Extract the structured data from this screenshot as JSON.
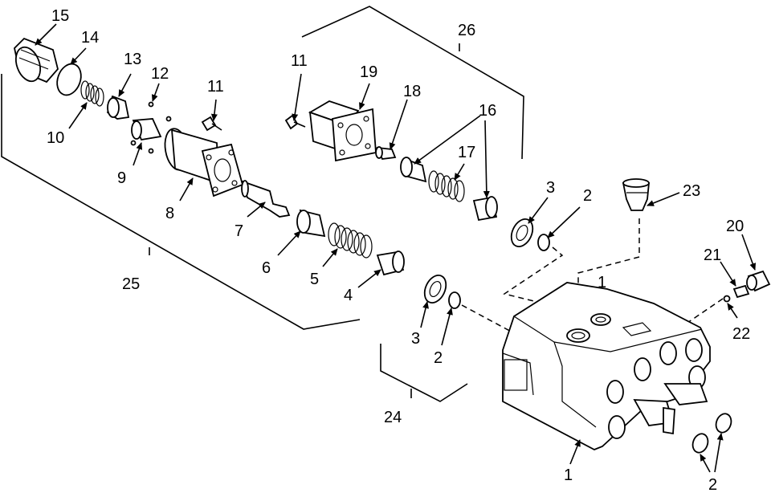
{
  "callouts": [
    {
      "id": "c15",
      "text": "15"
    },
    {
      "id": "c14",
      "text": "14"
    },
    {
      "id": "c13",
      "text": "13"
    },
    {
      "id": "c12",
      "text": "12"
    },
    {
      "id": "c10",
      "text": "10"
    },
    {
      "id": "c9",
      "text": "9"
    },
    {
      "id": "c11a",
      "text": "11"
    },
    {
      "id": "c8",
      "text": "8"
    },
    {
      "id": "c7",
      "text": "7"
    },
    {
      "id": "c6",
      "text": "6"
    },
    {
      "id": "c5",
      "text": "5"
    },
    {
      "id": "c4",
      "text": "4"
    },
    {
      "id": "c25",
      "text": "25"
    },
    {
      "id": "c11b",
      "text": "11"
    },
    {
      "id": "c19",
      "text": "19"
    },
    {
      "id": "c18",
      "text": "18"
    },
    {
      "id": "c16",
      "text": "16"
    },
    {
      "id": "c17",
      "text": "17"
    },
    {
      "id": "c26",
      "text": "26"
    },
    {
      "id": "c3a",
      "text": "3"
    },
    {
      "id": "c2a",
      "text": "2"
    },
    {
      "id": "c23",
      "text": "23"
    },
    {
      "id": "c20",
      "text": "20"
    },
    {
      "id": "c21",
      "text": "21"
    },
    {
      "id": "c22",
      "text": "22"
    },
    {
      "id": "c3b",
      "text": "3"
    },
    {
      "id": "c2b",
      "text": "2"
    },
    {
      "id": "c24",
      "text": "24"
    },
    {
      "id": "c1a",
      "text": "1"
    },
    {
      "id": "c1b",
      "text": "1"
    },
    {
      "id": "c2c",
      "text": "2"
    }
  ]
}
